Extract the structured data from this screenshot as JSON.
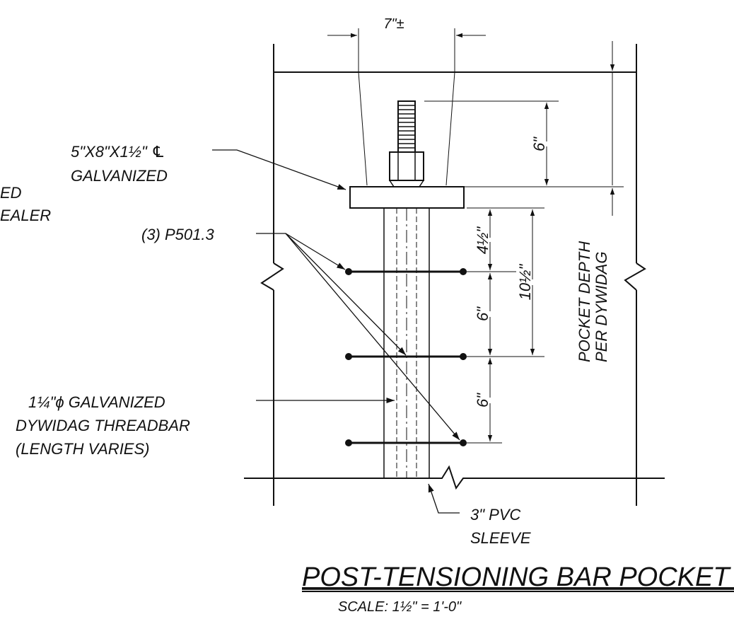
{
  "labels": {
    "dim_width": "7\"±",
    "plate_line1": "5\"X8\"X1½\" ℄",
    "plate_line2": "GALVANIZED",
    "cut_left_line1": "ED",
    "cut_left_line2": "EALER",
    "rebar_callout": "(3) P501.3",
    "bar_line1": "1¼\"ϕ GALVANIZED",
    "bar_line2": "DYWIDAG THREADBAR",
    "bar_line3": "(LENGTH VARIES)",
    "sleeve_line1": "3\" PVC",
    "sleeve_line2": "SLEEVE",
    "dim_top": "6\"",
    "dim_upper_spacing": "4½\"",
    "dim_total_spacing": "10½\"",
    "dim_mid_spacing": "6\"",
    "dim_lower_spacing": "6\"",
    "pocket_line1": "POCKET DEPTH",
    "pocket_line2": "PER DYWIDAG",
    "title": "POST-TENSIONING  BAR  POCKET  DETAIL (TYP",
    "scale": "SCALE: 1½\" = 1'-0\""
  }
}
